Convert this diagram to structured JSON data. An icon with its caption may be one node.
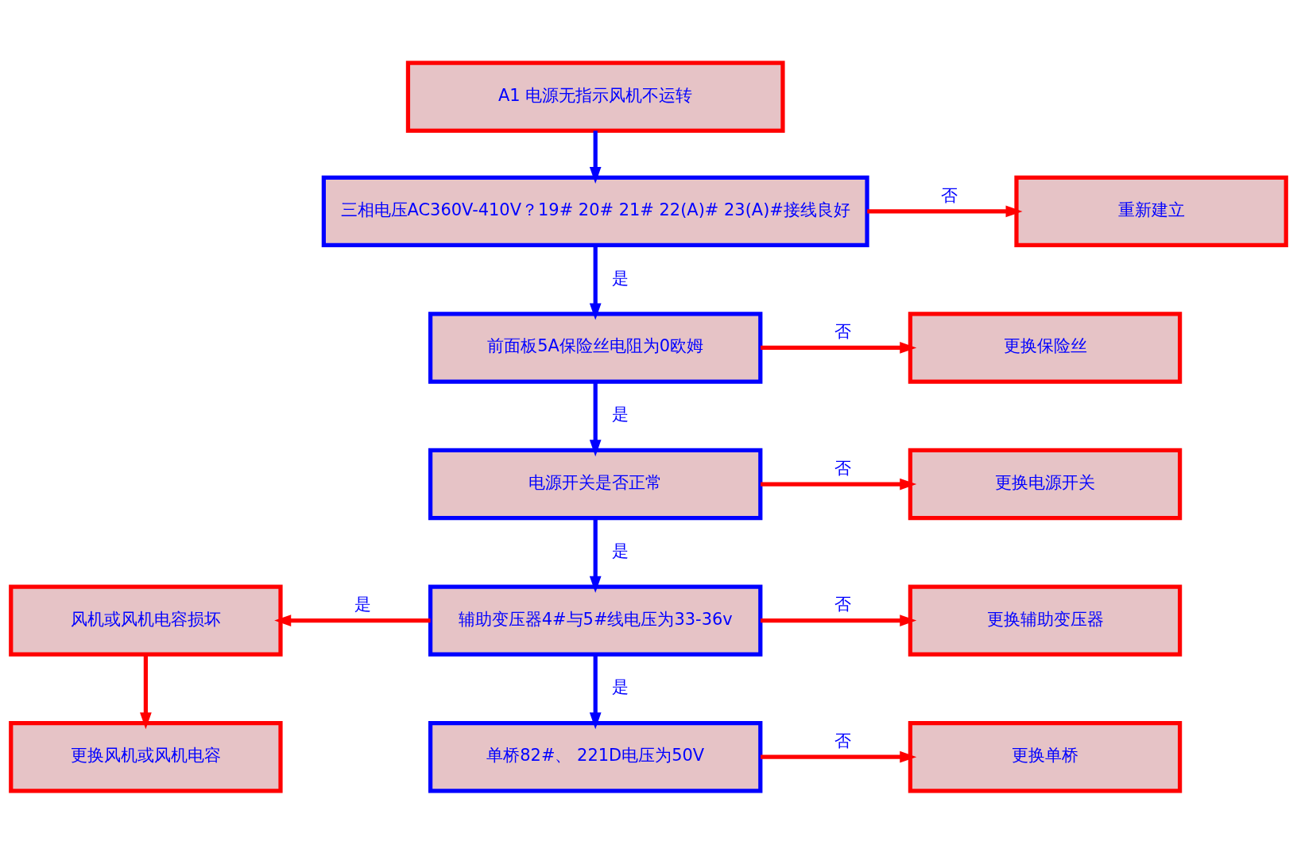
{
  "diagram": {
    "nodes": [
      {
        "text": [
          "A1 电源无指示风机不运转"
        ]
      },
      {
        "text": [
          "三相电压AC360V-410V？19# 20# 21# 22(A)# 23(A)#接线良好"
        ]
      },
      {
        "text": [
          "重新建立"
        ]
      },
      {
        "text": [
          "前面板5A保险丝电阻为0欧姆"
        ]
      },
      {
        "text": [
          "更换保险丝"
        ]
      },
      {
        "text": [
          "电源开关是否正常"
        ]
      },
      {
        "text": [
          "更换电源开关"
        ]
      },
      {
        "text": [
          "辅助变压器4#与5#线电压为33-36v"
        ]
      },
      {
        "text": [
          "风机或风机电容损坏"
        ]
      },
      {
        "text": [
          "更换辅助变压器"
        ]
      },
      {
        "text": [
          "更换风机或风机电容"
        ]
      },
      {
        "text": [
          "单桥82#、 221D电压为50V"
        ]
      },
      {
        "text": [
          "更换单桥"
        ]
      }
    ],
    "edges": [
      {
        "from": 0,
        "to": 1,
        "arrow": "to",
        "color": "#0000ff"
      },
      {
        "from": 1,
        "to": 2,
        "arrow": "to",
        "label": "否",
        "color": "#ff0000"
      },
      {
        "from": 1,
        "to": 3,
        "arrow": "to",
        "label": "是",
        "color": "#0000ff"
      },
      {
        "from": 3,
        "to": 4,
        "arrow": "to",
        "label": "否",
        "color": "#ff0000"
      },
      {
        "from": 3,
        "to": 5,
        "arrow": "to",
        "label": "是",
        "color": "#0000ff"
      },
      {
        "from": 5,
        "to": 6,
        "arrow": "to",
        "label": "否",
        "color": "#ff0000"
      },
      {
        "from": 5,
        "to": 7,
        "arrow": "to",
        "label": "是",
        "color": "#0000ff"
      },
      {
        "from": 7,
        "to": 8,
        "arrow": "to",
        "label": "是",
        "color": "#ff0000"
      },
      {
        "from": 7,
        "to": 9,
        "arrow": "to",
        "label": "否",
        "color": "#ff0000"
      },
      {
        "from": 7,
        "to": 11,
        "arrow": "to",
        "label": "是",
        "color": "#0000ff"
      },
      {
        "from": 8,
        "to": 10,
        "arrow": "to",
        "color": "#ff0000"
      },
      {
        "from": 11,
        "to": 12,
        "arrow": "to",
        "label": "否",
        "color": "#ff0000"
      }
    ]
  }
}
